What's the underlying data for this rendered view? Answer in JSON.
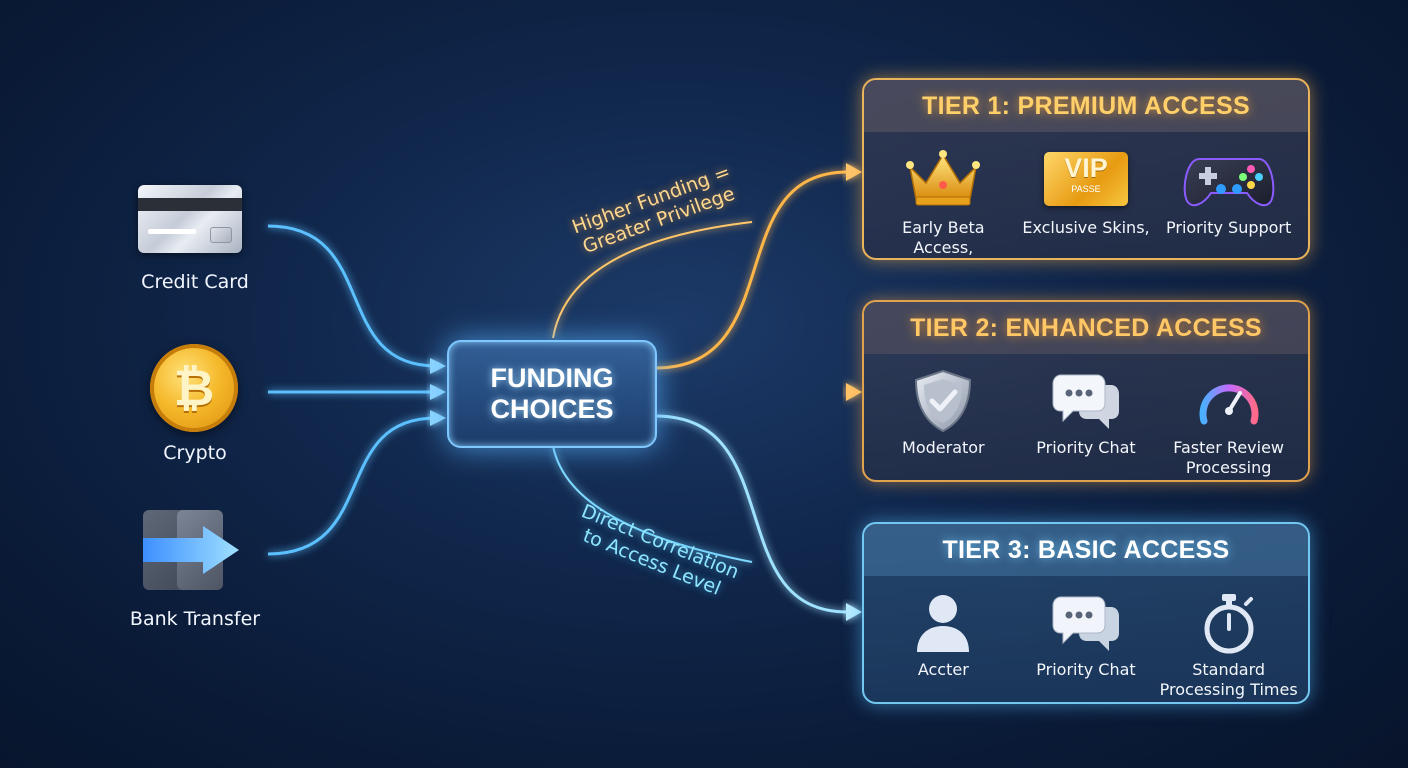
{
  "sources": [
    {
      "label": "Credit Card",
      "icon": "credit-card-icon"
    },
    {
      "label": "Crypto",
      "icon": "bitcoin-coin-icon",
      "glyph": "₿"
    },
    {
      "label": "Bank Transfer",
      "icon": "transfer-arrow-icon"
    }
  ],
  "center": {
    "label": "FUNDING\nCHOICES"
  },
  "annotations": {
    "top": "Higher Funding =\nGreater Privilege",
    "bottom": "Direct Correlation\nto Access Level"
  },
  "tiers": [
    {
      "title": "TIER 1: PREMIUM ACCESS",
      "accent": "#ffcf6a",
      "items": [
        {
          "label": "Early Beta Access,",
          "icon": "crown-icon"
        },
        {
          "label": "Exclusive Skins,",
          "icon": "vip-pass-icon",
          "badge_text": "VIP",
          "badge_subtext": "PASSE"
        },
        {
          "label": "Priority Support",
          "icon": "gamepad-icon"
        }
      ]
    },
    {
      "title": "TIER 2: ENHANCED ACCESS",
      "accent": "#ffc765",
      "items": [
        {
          "label": "Moderator",
          "icon": "shield-check-icon"
        },
        {
          "label": "Priority Chat",
          "icon": "chat-bubbles-icon"
        },
        {
          "label": "Faster Review\nProcessing",
          "icon": "speed-gauge-icon"
        }
      ]
    },
    {
      "title": "TIER 3: BASIC ACCESS",
      "accent": "#ffffff",
      "items": [
        {
          "label": "Accter",
          "icon": "user-icon"
        },
        {
          "label": "Priority Chat",
          "icon": "chat-bubbles-icon"
        },
        {
          "label": "Standard\nProcessing Times",
          "icon": "stopwatch-icon"
        }
      ]
    }
  ],
  "colors": {
    "blue_glow": "#5bc0ff",
    "orange_glow": "#ffb648",
    "background": "#0f2447"
  }
}
